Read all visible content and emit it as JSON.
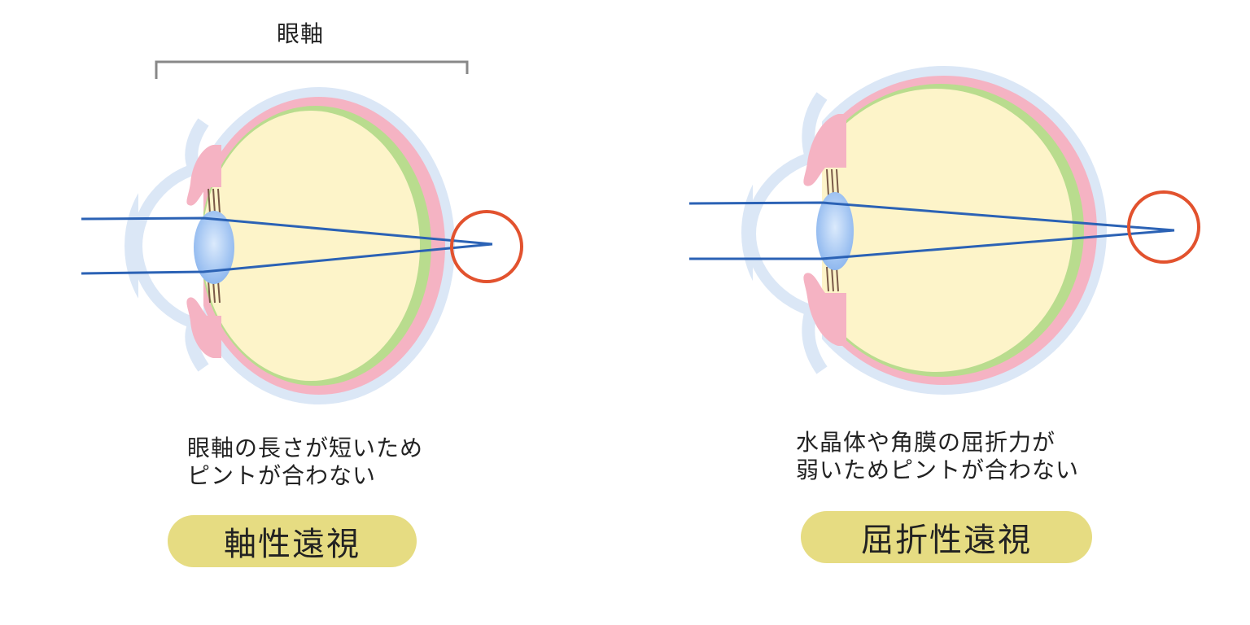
{
  "axis_label": "眼軸",
  "left": {
    "desc_line1": "眼軸の長さが短いため",
    "desc_line2": "ピントが合わない",
    "title": "軸性遠視"
  },
  "right": {
    "desc_line1": "水晶体や角膜の屈折力が",
    "desc_line2": "弱いためピントが合わない",
    "title": "屈折性遠視"
  },
  "colors": {
    "sclera": "#dbe7f6",
    "choroid": "#f5b3c3",
    "retina": "#b9dc8e",
    "vitreous": "#fdf4c9",
    "lens": "#a9cbf5",
    "ray": "#2b62b5",
    "focus_circle": "#e2522e",
    "badge": "#e6dc82",
    "bracket": "#888888"
  }
}
